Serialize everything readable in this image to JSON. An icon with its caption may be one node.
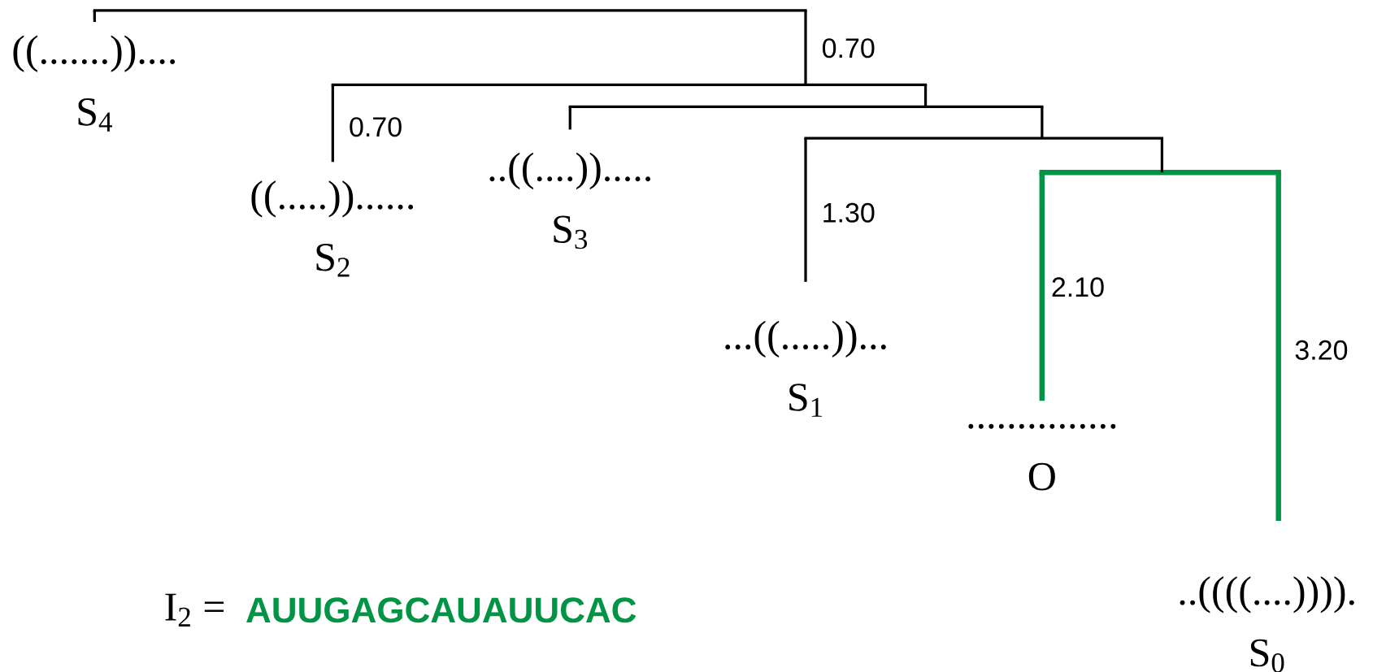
{
  "diagram": {
    "nodes": [
      {
        "text": [],
        "shape": "bar"
      },
      {
        "text": [
          "((.......))....",
          "S$_{4}$"
        ]
      },
      {
        "text": [],
        "shape": "bar"
      },
      {
        "text": [],
        "shape": "bar"
      },
      {
        "text": [],
        "shape": "bar"
      },
      {
        "text": [],
        "shape": "bar"
      },
      {
        "text": [
          "..((....)).....",
          "S$_{3}$"
        ]
      },
      {
        "text": [
          "((.....))......",
          "S$_{2}$"
        ]
      },
      {
        "text": [
          "...((.....))...",
          "S$_{1}$"
        ]
      },
      {
        "text": [
          "...............",
          "O"
        ]
      },
      {
        "text": [
          "..((((....)))).",
          "S$_{0}$"
        ]
      }
    ],
    "edges": [
      {
        "from": 0,
        "to": 1,
        "arrow": "none"
      },
      {
        "from": 0,
        "to": 2,
        "arrow": "none",
        "label": "0.70"
      },
      {
        "from": 2,
        "to": 7,
        "arrow": "none",
        "label": "0.70"
      },
      {
        "from": 2,
        "to": 3,
        "arrow": "none"
      },
      {
        "from": 3,
        "to": 6,
        "arrow": "none"
      },
      {
        "from": 3,
        "to": 4,
        "arrow": "none"
      },
      {
        "from": 4,
        "to": 8,
        "arrow": "none",
        "label": "1.30"
      },
      {
        "from": 4,
        "to": 5,
        "arrow": "none"
      },
      {
        "from": 5,
        "to": 9,
        "arrow": "none",
        "label": "2.10",
        "style": "thick",
        "color": "#009444"
      },
      {
        "from": 5,
        "to": 10,
        "arrow": "none",
        "label": "3.20",
        "style": "thick",
        "color": "#009444"
      }
    ],
    "labels": [
      "I$_{2}$ =",
      "AUUGAGCAUAUUCAC"
    ]
  }
}
